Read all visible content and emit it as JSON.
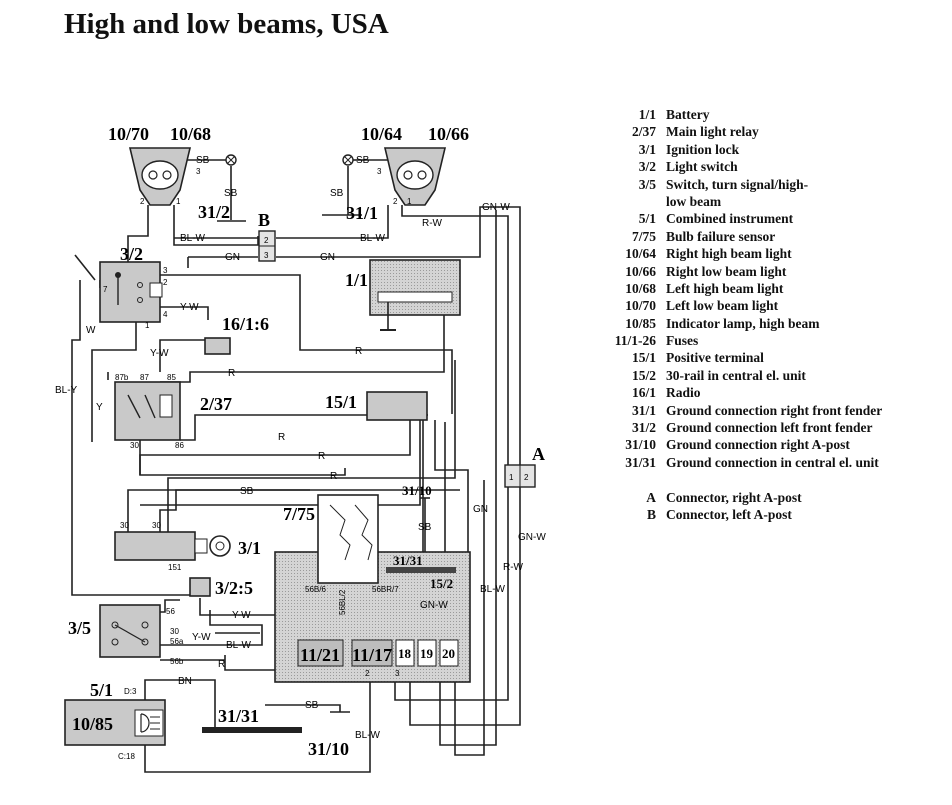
{
  "title": "High and low beams, USA",
  "components": {
    "left_low": "10/70",
    "left_high": "10/68",
    "right_high": "10/64",
    "right_low": "10/66",
    "light_switch": "3/2",
    "fuse_161": "16/1:6",
    "main_relay": "2/37",
    "battery": "1/1",
    "pos_terminal": "15/1",
    "bulb_sensor": "7/75",
    "ignition": "3/1",
    "gnd_3110_top": "31/10",
    "rail_152": "15/2",
    "conn_325": "3/2:5",
    "turn_switch": "3/5",
    "instrument": "5/1",
    "indicator": "10/85",
    "gnd_3131": "31/31",
    "gnd_3110_bottom": "31/10",
    "gnd_312": "31/2",
    "gnd_311": "31/1",
    "conn_b": "B",
    "conn_a": "A",
    "fuse_11_21": "11/21",
    "fuse_11_17": "11/17",
    "fuse_18": "18",
    "fuse_19": "19",
    "fuse_20": "20",
    "rail_3131": "31/31"
  },
  "wire_labels": {
    "sb": "SB",
    "blw": "BL-W",
    "gn": "GN",
    "rw": "R-W",
    "gnw": "GN-W",
    "yw": "Y-W",
    "w": "W",
    "bly": "BL-Y",
    "y": "Y",
    "r": "R",
    "bn": "BN"
  },
  "pins": {
    "p1": "1",
    "p2": "2",
    "p3": "3",
    "p4": "4",
    "p7": "7",
    "p30": "30",
    "p85": "85",
    "p86": "86",
    "p87": "87",
    "p87b": "87b",
    "p151": "151",
    "p56": "56",
    "p56a": "56a",
    "p56b": "56b",
    "d3": "D:3",
    "c18": "C:18",
    "s56b6": "56B/6",
    "s56bl2": "56BL/2",
    "s56br7": "56BR/7"
  },
  "legend": [
    {
      "code": "1/1",
      "desc": "Battery"
    },
    {
      "code": "2/37",
      "desc": "Main light relay"
    },
    {
      "code": "3/1",
      "desc": "Ignition lock"
    },
    {
      "code": "3/2",
      "desc": "Light switch"
    },
    {
      "code": "3/5",
      "desc": "Switch, turn signal/high-"
    },
    {
      "code": "",
      "desc": "low beam"
    },
    {
      "code": "5/1",
      "desc": "Combined instrument"
    },
    {
      "code": "7/75",
      "desc": "Bulb failure sensor"
    },
    {
      "code": "10/64",
      "desc": "Right high beam light"
    },
    {
      "code": "10/66",
      "desc": "Right low beam light"
    },
    {
      "code": "10/68",
      "desc": "Left high beam light"
    },
    {
      "code": "10/70",
      "desc": "Left low beam light"
    },
    {
      "code": "10/85",
      "desc": "Indicator lamp, high beam"
    },
    {
      "code": "11/1-26",
      "desc": "Fuses"
    },
    {
      "code": "15/1",
      "desc": "Positive terminal"
    },
    {
      "code": "15/2",
      "desc": "30-rail in central el. unit"
    },
    {
      "code": "16/1",
      "desc": "Radio"
    },
    {
      "code": "31/1",
      "desc": "Ground connection right front fender"
    },
    {
      "code": "31/2",
      "desc": "Ground connection left front fender"
    },
    {
      "code": "31/10",
      "desc": "Ground connection right A-post"
    },
    {
      "code": "31/31",
      "desc": "Ground connection in central el. unit"
    }
  ],
  "legend_connectors": [
    {
      "code": "A",
      "desc": "Connector, right A-post"
    },
    {
      "code": "B",
      "desc": "Connector, left A-post"
    }
  ]
}
